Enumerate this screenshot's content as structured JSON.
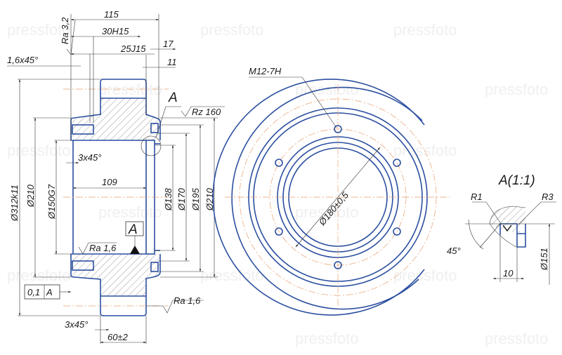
{
  "drawing": {
    "watermark": "pressfoto",
    "section_view": {
      "dim_115": "115",
      "dim_30H15": "30H15",
      "dim_25J15": "25J15",
      "dim_17": "17",
      "dim_11": "11",
      "chamfer_top": "1,6x45°",
      "roughness_top": "Ra 3,2",
      "detail_marker": "A",
      "roughness_rz": "Rz 160",
      "chamfer_inner": "3x45°",
      "dim_109": "109",
      "dia_312": "Ø312k11",
      "dia_210_left": "Ø210",
      "dia_150": "Ø150G7",
      "dia_138": "Ø138",
      "dia_170": "Ø170",
      "dia_195": "Ø195",
      "dia_210_right": "Ø210",
      "datum": "A",
      "roughness_bore": "Ra 1,6",
      "tolerance_value": "0,1",
      "tolerance_datum": "A",
      "roughness_bottom": "Ra 1,6",
      "chamfer_bottom": "3x45°",
      "dim_60": "60±2"
    },
    "front_view": {
      "thread": "M12-7H",
      "dia_180": "Ø180±0,5"
    },
    "detail_view": {
      "title": "A(1:1)",
      "r1": "R1",
      "r3": "R3",
      "angle": "45°",
      "dim_10": "10",
      "dia_151": "Ø151"
    }
  }
}
